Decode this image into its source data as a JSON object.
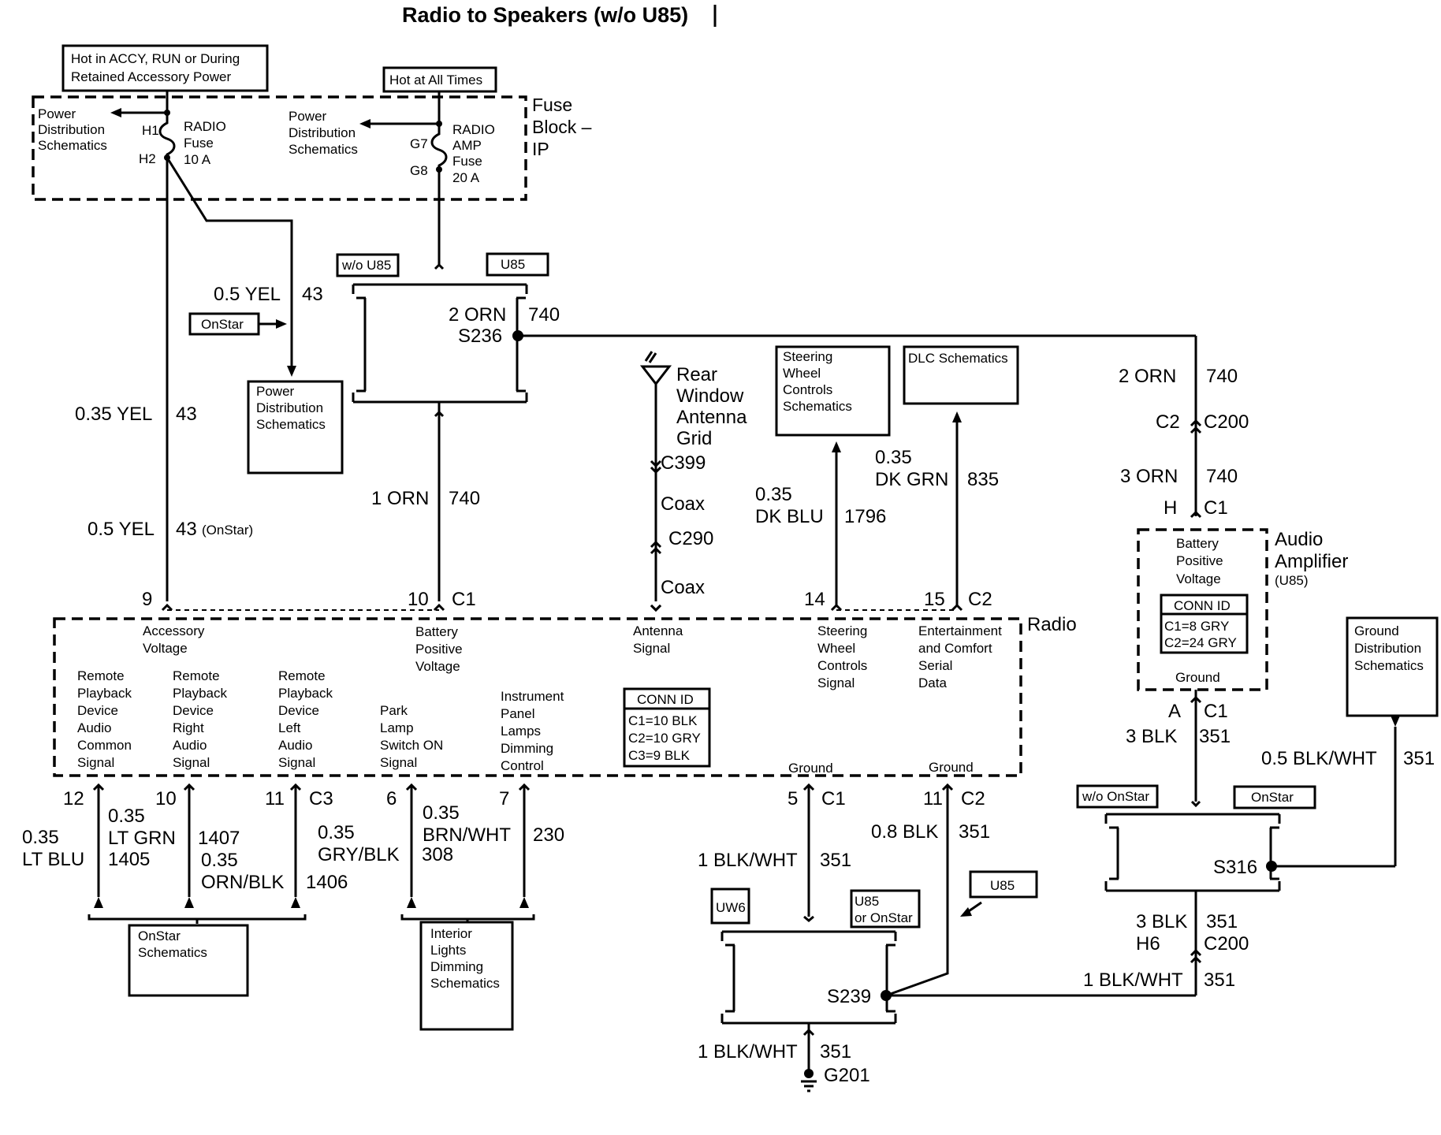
{
  "title": "Radio to Speakers (w/o U85)",
  "colors": {
    "ink": "#000000",
    "paper": "#ffffff"
  },
  "boxes": {
    "hot_accy": [
      "Hot in ACCY, RUN or During",
      "Retained Accessory Power"
    ],
    "hot_all": "Hot at All Times",
    "pds_left": [
      "Power",
      "Distribution",
      "Schematics"
    ],
    "pds_mid": [
      "Power",
      "Distribution",
      "Schematics"
    ],
    "pds_box": [
      "Power",
      "Distribution",
      "Schematics"
    ],
    "onstar_arrow": "OnStar",
    "wo_u85": "w/o U85",
    "u85_top": "U85",
    "swc": [
      "Steering",
      "Wheel",
      "Controls",
      "Schematics"
    ],
    "dlc": "DLC Schematics",
    "gds": [
      "Ground",
      "Distribution",
      "Schematics"
    ],
    "onstar_sch": [
      "OnStar",
      "Schematics"
    ],
    "ild": [
      "Interior",
      "Lights",
      "Dimming",
      "Schematics"
    ],
    "uw6": "UW6",
    "u85_onstar": [
      "U85",
      "or OnStar"
    ],
    "u85_low": "U85",
    "wo_onstar": "w/o OnStar",
    "onstar_right": "OnStar"
  },
  "fuse_block": {
    "label": [
      "Fuse",
      "Block –",
      "IP"
    ],
    "radio_fuse": [
      "RADIO",
      "Fuse",
      "10 A"
    ],
    "amp_fuse": [
      "RADIO",
      "AMP",
      "Fuse",
      "20 A"
    ],
    "h1": "H1",
    "h2": "H2",
    "g7": "G7",
    "g8": "G8"
  },
  "wires": {
    "w1": [
      "0.5 YEL",
      "43"
    ],
    "w2": [
      "0.35 YEL",
      "43"
    ],
    "w3": [
      "0.5 YEL",
      "43",
      "(OnStar)"
    ],
    "w4": [
      "2 ORN",
      "740",
      "S236"
    ],
    "w5": [
      "1 ORN",
      "740"
    ],
    "w6": [
      "2 ORN",
      "740"
    ],
    "w7": [
      "C2",
      "C200"
    ],
    "w8": [
      "3 ORN",
      "740"
    ],
    "w9": [
      "H",
      "C1"
    ],
    "dkblu": [
      "0.35",
      "DK BLU",
      "1796"
    ],
    "dkgrn": [
      "0.35",
      "DK GRN",
      "835"
    ],
    "blk3": [
      "A",
      "C1",
      "3 BLK",
      "351"
    ],
    "blkwht_gnd": [
      "0.5 BLK/WHT",
      "351"
    ],
    "s316": "S316",
    "blk3b": [
      "3 BLK",
      "351",
      "H6",
      "C200"
    ],
    "blkwht_s239": [
      "1 BLK/WHT",
      "351"
    ],
    "s239": "S239",
    "blkwht_g201": [
      "1 BLK/WHT",
      "351",
      "G201"
    ],
    "blk08": [
      "0.8 BLK",
      "351"
    ],
    "blkwht1": [
      "1 BLK/WHT",
      "351"
    ]
  },
  "antenna": {
    "label": [
      "Rear",
      "Window",
      "Antenna",
      "Grid"
    ],
    "c399": "C399",
    "coax1": "Coax",
    "c290": "C290",
    "coax2": "Coax"
  },
  "radio": {
    "label": "Radio",
    "pins_top": {
      "p9": "9",
      "p10": "10",
      "c1": "C1",
      "p14": "14",
      "p15": "15",
      "c2": "C2"
    },
    "acc": [
      "Accessory",
      "Voltage"
    ],
    "bat": [
      "Battery",
      "Positive",
      "Voltage"
    ],
    "ant": [
      "Antenna",
      "Signal"
    ],
    "swc": [
      "Steering",
      "Wheel",
      "Controls",
      "Signal"
    ],
    "ecs": [
      "Entertainment",
      "and Comfort",
      "Serial",
      "Data"
    ],
    "rpd_common": [
      "Remote",
      "Playback",
      "Device",
      "Audio",
      "Common",
      "Signal"
    ],
    "rpd_right": [
      "Remote",
      "Playback",
      "Device",
      "Right",
      "Audio",
      "Signal"
    ],
    "rpd_left": [
      "Remote",
      "Playback",
      "Device",
      "Left",
      "Audio",
      "Signal"
    ],
    "park": [
      "Park",
      "Lamp",
      "Switch ON",
      "Signal"
    ],
    "ipl": [
      "Instrument",
      "Panel",
      "Lamps",
      "Dimming",
      "Control"
    ],
    "conn_id": [
      "CONN ID",
      "C1=10 BLK",
      "C2=10 GRY",
      "C3=9 BLK"
    ],
    "ground1": "Ground",
    "ground2": "Ground",
    "pins_bottom": {
      "p12": "12",
      "p10": "10",
      "p11": "11",
      "c3": "C3",
      "p6": "6",
      "p7": "7",
      "p5": "5",
      "c1": "C1",
      "p11b": "11",
      "c2": "C2"
    }
  },
  "bottom_wires": {
    "ltblu": [
      "0.35",
      "LT BLU",
      "1405"
    ],
    "ltgrn": [
      "0.35",
      "LT GRN",
      "1407"
    ],
    "ornblk": [
      "0.35",
      "ORN/BLK",
      "1406"
    ],
    "gryblk": [
      "0.35",
      "GRY/BLK",
      "308"
    ],
    "brnwht": [
      "0.35",
      "BRN/WHT"
    ],
    "w230": "230"
  },
  "amplifier": {
    "label": [
      "Audio",
      "Amplifier",
      "(U85)"
    ],
    "bpv": [
      "Battery",
      "Positive",
      "Voltage"
    ],
    "conn_id": [
      "CONN ID",
      "C1=8 GRY",
      "C2=24 GRY"
    ],
    "ground": "Ground"
  }
}
